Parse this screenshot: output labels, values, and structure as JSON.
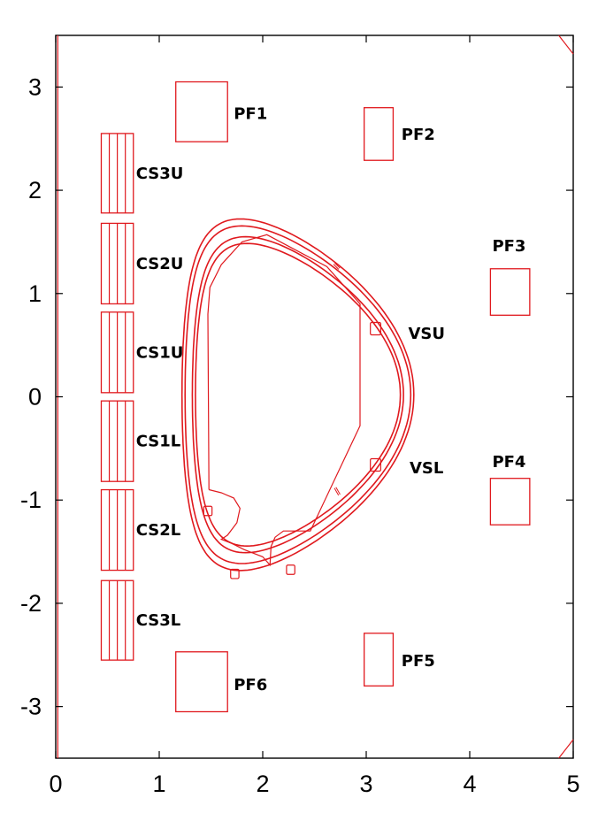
{
  "chart_data": {
    "type": "diagram",
    "title": "",
    "xlabel": "",
    "ylabel": "",
    "xlim": [
      0,
      5
    ],
    "ylim": [
      -3.5,
      3.5
    ],
    "x_ticks": [
      "0",
      "1",
      "2",
      "3",
      "4",
      "5"
    ],
    "y_ticks": [
      "3",
      "2",
      "1",
      "0",
      "-1",
      "-2",
      "-3"
    ],
    "x_tick_values": [
      0,
      1,
      2,
      3,
      4,
      5
    ],
    "y_tick_values": [
      3,
      2,
      1,
      0,
      -1,
      -2,
      -3
    ],
    "color": "#e0191e",
    "cs_modules": [
      {
        "label": "CS3U",
        "r_in": 0.44,
        "r_out": 0.75,
        "z_bot": 1.78,
        "z_top": 2.55
      },
      {
        "label": "CS2U",
        "r_in": 0.44,
        "r_out": 0.75,
        "z_bot": 0.9,
        "z_top": 1.68
      },
      {
        "label": "CS1U",
        "r_in": 0.44,
        "r_out": 0.75,
        "z_bot": 0.04,
        "z_top": 0.82
      },
      {
        "label": "CS1L",
        "r_in": 0.44,
        "r_out": 0.75,
        "z_bot": -0.82,
        "z_top": -0.04
      },
      {
        "label": "CS2L",
        "r_in": 0.44,
        "r_out": 0.75,
        "z_bot": -1.68,
        "z_top": -0.9
      },
      {
        "label": "CS3L",
        "r_in": 0.44,
        "r_out": 0.75,
        "z_bot": -2.55,
        "z_top": -1.78
      }
    ],
    "pf_coils": [
      {
        "label": "PF1",
        "r1": 1.16,
        "r2": 1.66,
        "z1": 2.47,
        "z2": 3.05
      },
      {
        "label": "PF2",
        "r1": 2.98,
        "r2": 3.26,
        "z1": 2.29,
        "z2": 2.8
      },
      {
        "label": "PF3",
        "r1": 4.2,
        "r2": 4.58,
        "z1": 0.79,
        "z2": 1.24
      },
      {
        "label": "PF4",
        "r1": 4.2,
        "r2": 4.58,
        "z1": -1.24,
        "z2": -0.79
      },
      {
        "label": "PF5",
        "r1": 2.98,
        "r2": 3.26,
        "z1": -2.8,
        "z2": -2.29
      },
      {
        "label": "PF6",
        "r1": 1.16,
        "r2": 1.66,
        "z1": -3.05,
        "z2": -2.47
      }
    ],
    "vessel_labels": [
      {
        "label": "VSU",
        "r": 3.6,
        "z": 0.62
      },
      {
        "label": "VSL",
        "r": 3.6,
        "z": -0.68
      }
    ]
  }
}
